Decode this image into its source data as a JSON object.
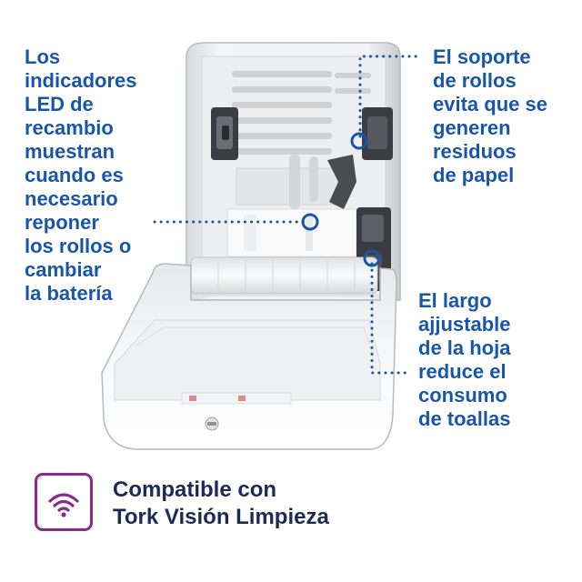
{
  "callouts": {
    "led": "Los\nindicadores\nLED de\nrecambio\nmuestran\ncuando es\nnecesario\nreponer\nlos rollos o\ncambiar\nla batería",
    "holder": "El soporte\nde rollos\nevita que se\ngeneren\nresiduos\nde papel",
    "length": "El largo\najjustable\nde la hoja\nreduce el\nconsumo\nde toallas"
  },
  "compat": {
    "line1": "Compatible con",
    "line2": "Tork Visión Limpieza",
    "icon": "wifi-icon"
  },
  "colors": {
    "callout_text": "#1a56a8",
    "compat_text": "#1c2a5a",
    "icon_accent": "#8a2a8e"
  }
}
